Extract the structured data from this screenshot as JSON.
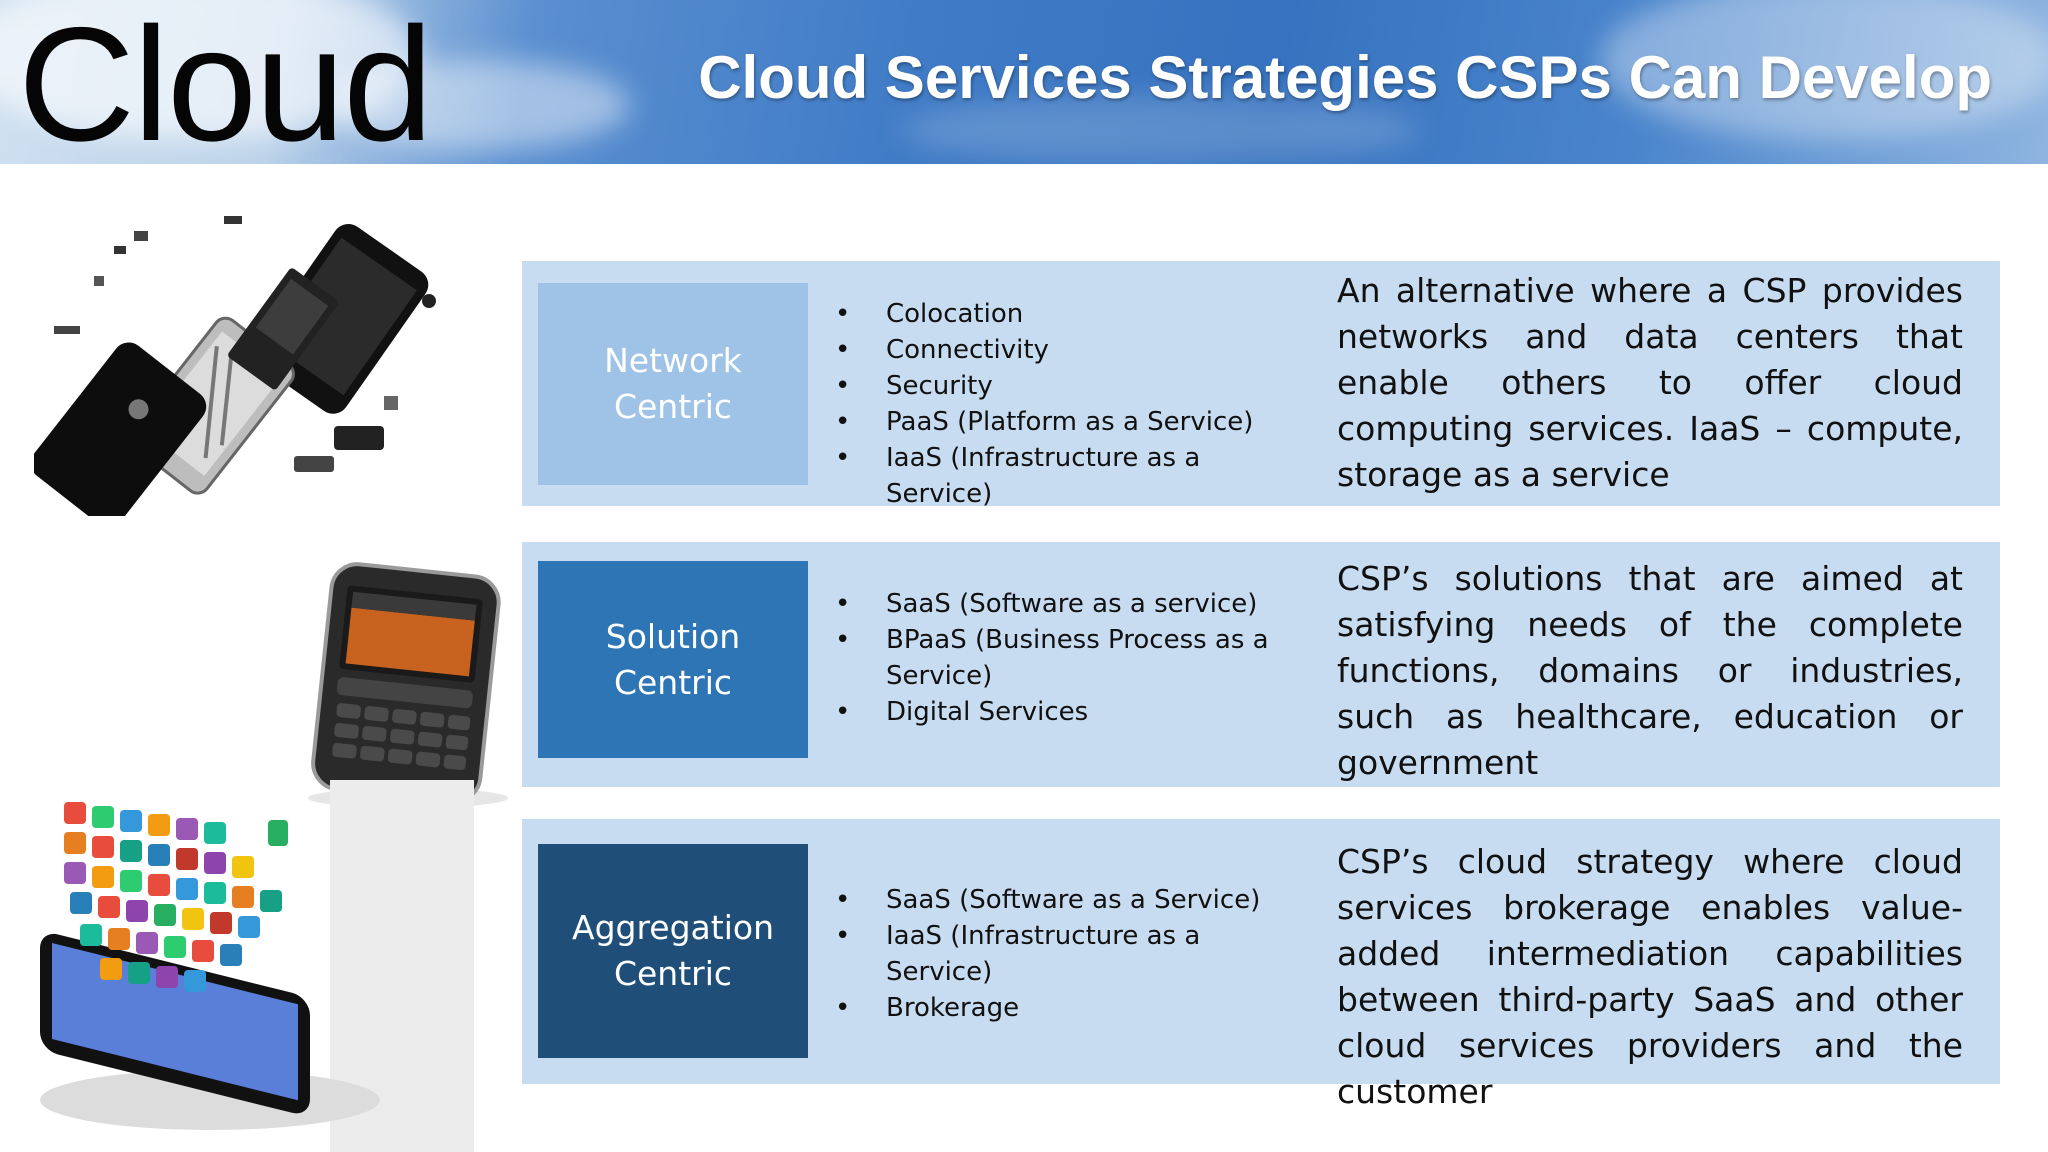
{
  "header": {
    "brand": "Cloud",
    "title": "Cloud Services Strategies CSPs Can Develop"
  },
  "rows": [
    {
      "category": [
        "Network",
        "Centric"
      ],
      "bullets": [
        "Colocation",
        "Connectivity",
        "Security",
        "PaaS (Platform as a Service)",
        "IaaS (Infrastructure as a Service)"
      ],
      "description": "An alternative where a CSP provides networks and data centers that enable others to offer cloud computing services. IaaS – compute, storage as a service",
      "colors": {
        "box": "#9ec3e6",
        "text": "#ffffff"
      }
    },
    {
      "category": [
        "Solution",
        "Centric"
      ],
      "bullets": [
        "SaaS (Software as a service)",
        "BPaaS (Business Process as a Service)",
        "Digital Services"
      ],
      "description": "CSP’s solutions that are aimed at satisfying needs of the complete functions, domains or industries, such as healthcare, education or government",
      "colors": {
        "box": "#2e75b6",
        "text": "#ffffff"
      }
    },
    {
      "category": [
        "Aggregation",
        "Centric"
      ],
      "bullets": [
        "SaaS (Software as a Service)",
        "IaaS (Infrastructure as a Service)",
        "Brokerage"
      ],
      "description": "CSP’s cloud strategy where cloud services brokerage enables value-added intermediation capabilities between third-party SaaS and other cloud services providers and the customer",
      "colors": {
        "box": "#1f4e79",
        "text": "#ffffff"
      }
    }
  ],
  "images": [
    "disassembled-smartphone-icon",
    "blackberry-phone-icon",
    "smartphone-app-icons-icon"
  ],
  "colors": {
    "row_background": "#c7dcf0",
    "banner_blue": "#3f7bc6"
  }
}
